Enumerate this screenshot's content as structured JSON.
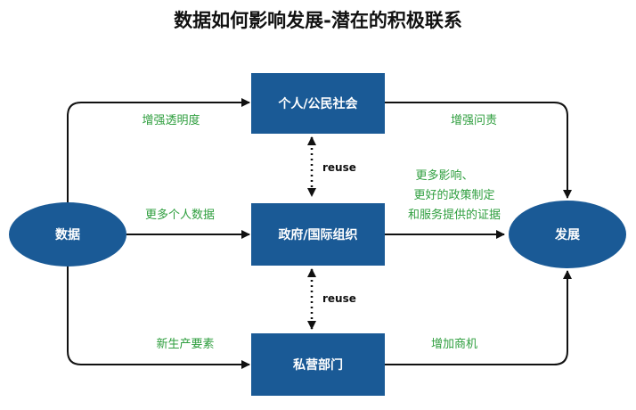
{
  "title": "数据如何影响发展-潜在的积极联系",
  "colors": {
    "node_fill": "#1a5a96",
    "node_text": "#ffffff",
    "label_green": "#2e9e3e",
    "arrow": "#111111"
  },
  "nodes": {
    "data": "数据",
    "individuals": "个人/公民社会",
    "government": "政府/国际组织",
    "private": "私营部门",
    "development": "发展"
  },
  "edges": {
    "transparency": "增强透明度",
    "more_personal_data": "更多个人数据",
    "new_factors": "新生产要素",
    "accountability": "增强问责",
    "evidence": [
      "更多影响、",
      "更好的政策制定",
      "和服务提供的证据"
    ],
    "business_opportunities": "增加商机"
  },
  "reuse": [
    "reuse",
    "reuse"
  ]
}
